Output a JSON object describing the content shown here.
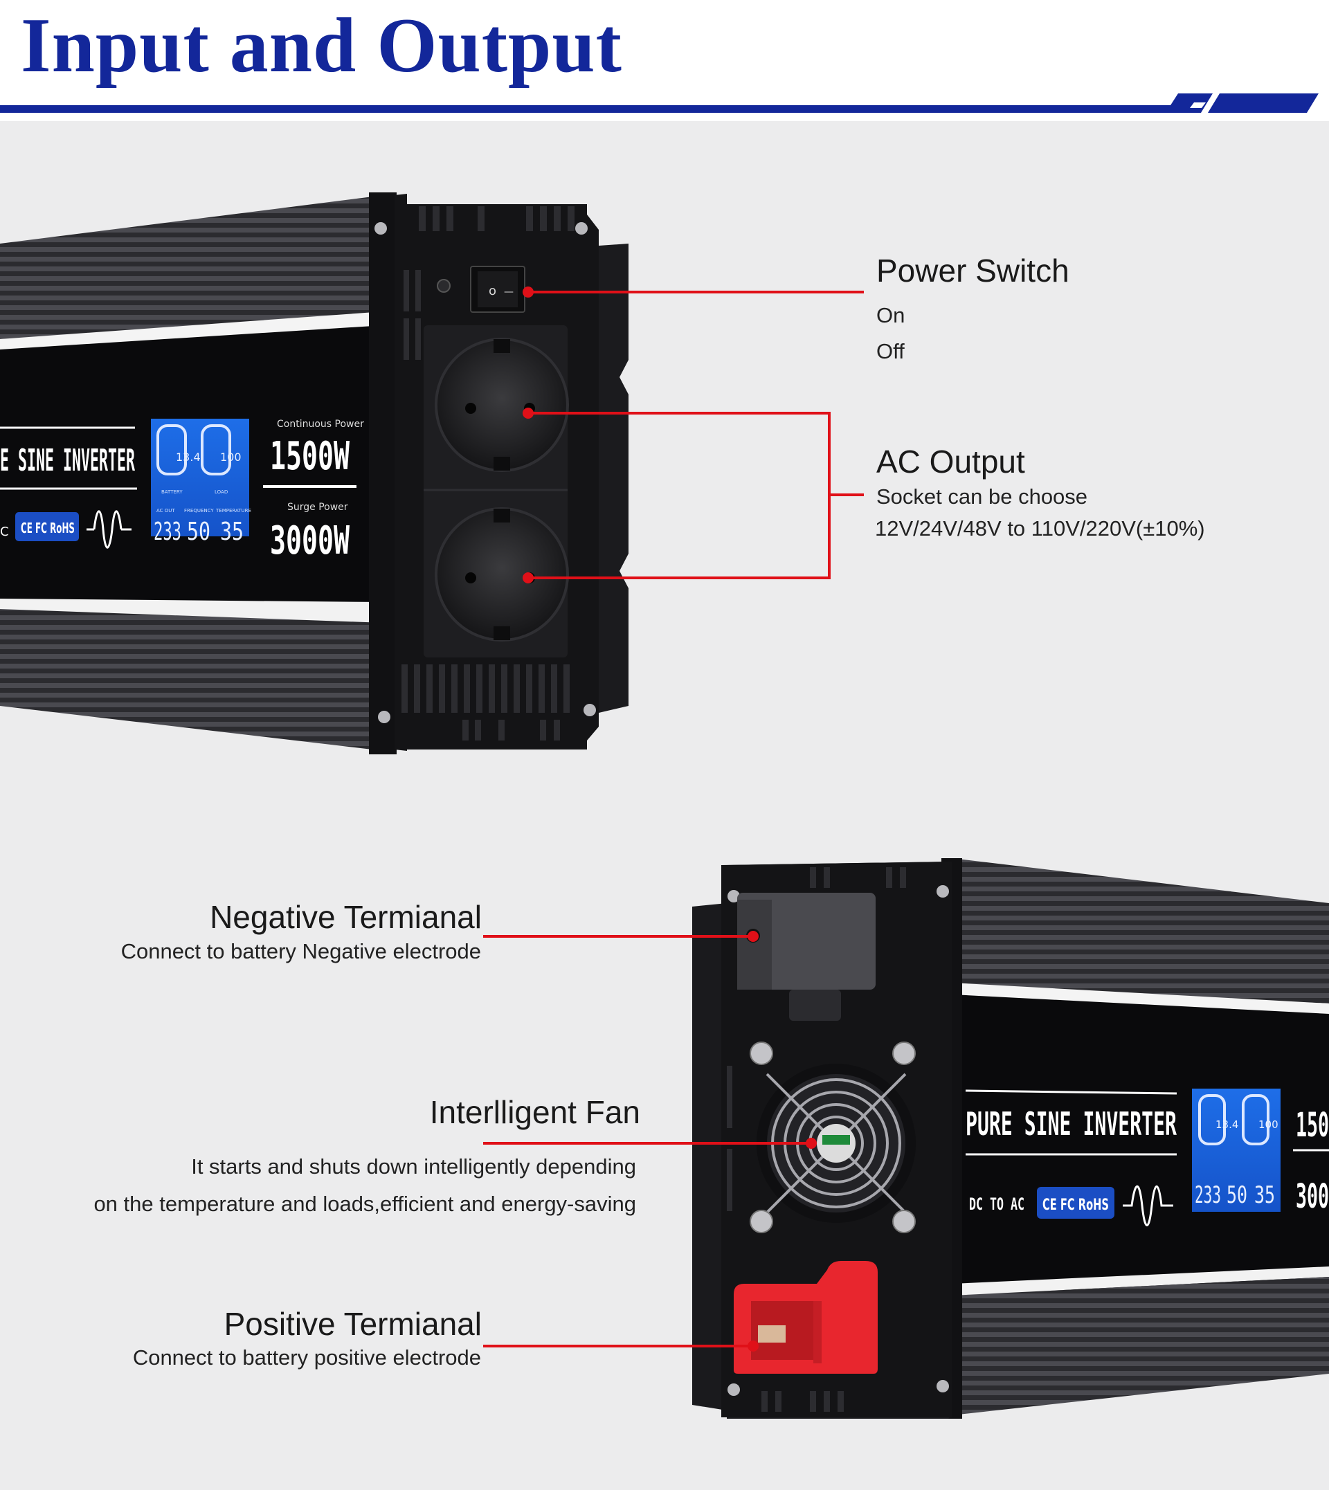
{
  "title": "Input and Output",
  "colors": {
    "title": "#13279a",
    "accent_line": "#e01018",
    "stripe": "#13279a",
    "background": "#ececed"
  },
  "top_inverter": {
    "model_text": "E SINE INVERTER",
    "badges": "CE FC RoHS",
    "dc_to_ac_fragment": "C",
    "lcd": {
      "battery": "13.4",
      "load": "100",
      "battery_label": "BATTERY",
      "load_label": "LOAD",
      "ac_out_label": "AC OUT",
      "frequency_label": "FREQUENCY",
      "temperature_label": "TEMPERATURE",
      "ac_out": "233",
      "frequency": "50",
      "temperature": "35"
    },
    "continuous_label": "Continuous Power",
    "continuous_value": "1500W",
    "surge_label": "Surge Power",
    "surge_value": "3000W",
    "switch_on": "o",
    "switch_off": "—"
  },
  "bottom_inverter": {
    "model_text": "PURE SINE INVERTER",
    "dc_to_ac": "DC TO AC",
    "badges": "CE FC RoHS",
    "lcd": {
      "battery": "13.4",
      "load": "100",
      "ac_out": "233",
      "frequency": "50",
      "temperature": "35"
    },
    "continuous_fragment": "150",
    "surge_fragment": "300"
  },
  "callouts": {
    "power_switch": {
      "title": "Power Switch",
      "on": "On",
      "off": "Off"
    },
    "ac_output": {
      "title": "AC Output",
      "line1": "Socket can be choose",
      "line2": "12V/24V/48V to 110V/220V(±10%)"
    },
    "negative": {
      "title": "Negative Termianal",
      "desc": "Connect to battery Negative electrode"
    },
    "fan": {
      "title": "Interlligent Fan",
      "line1": "It starts and shuts down intelligently depending",
      "line2": "on the temperature and loads,efficient and energy-saving"
    },
    "positive": {
      "title": "Positive Termianal",
      "desc": "Connect to battery positive electrode"
    }
  }
}
